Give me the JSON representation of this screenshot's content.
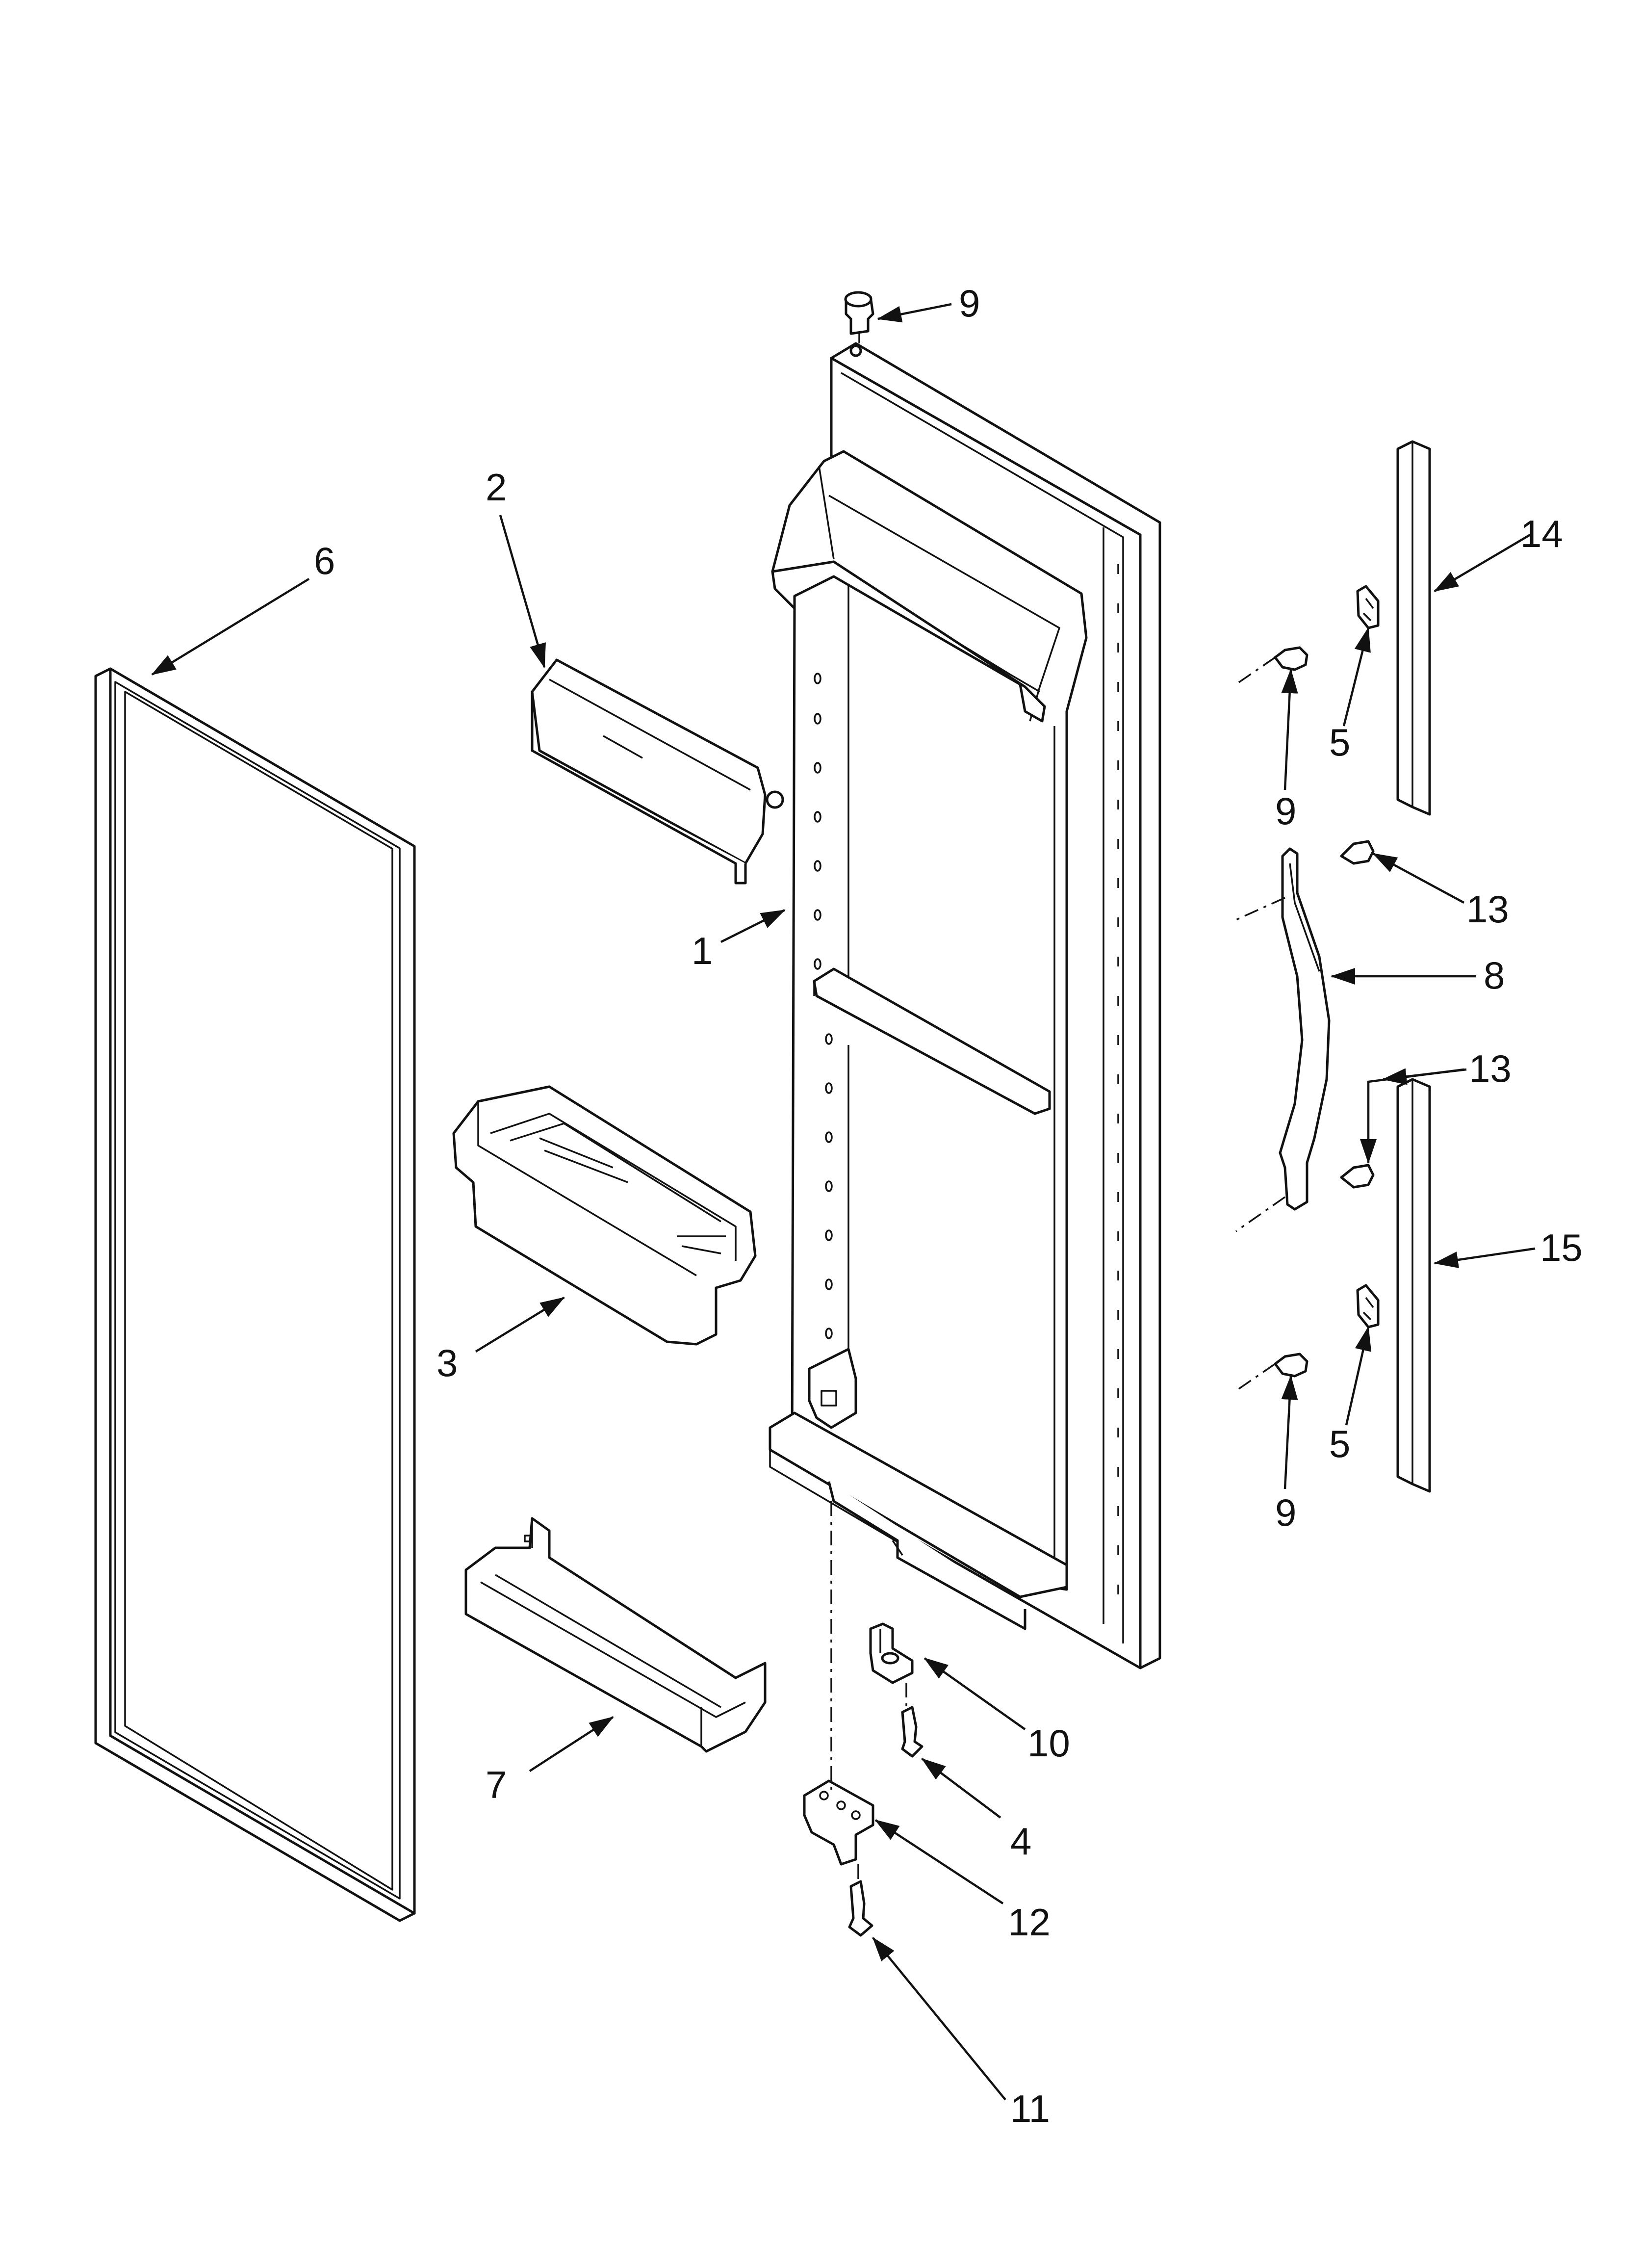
{
  "diagram": {
    "type": "exploded parts diagram",
    "callouts": [
      {
        "id": "c1",
        "number": "1",
        "part": "door"
      },
      {
        "id": "c2",
        "number": "2",
        "part": "dairy-door"
      },
      {
        "id": "c3",
        "number": "3",
        "part": "door-bin"
      },
      {
        "id": "c4",
        "number": "4",
        "part": "screw"
      },
      {
        "id": "c5a",
        "number": "5",
        "part": "handle-clip"
      },
      {
        "id": "c5b",
        "number": "5",
        "part": "handle-clip"
      },
      {
        "id": "c6",
        "number": "6",
        "part": "door-gasket"
      },
      {
        "id": "c7",
        "number": "7",
        "part": "door-shelf-rail"
      },
      {
        "id": "c8",
        "number": "8",
        "part": "door-handle"
      },
      {
        "id": "c9a",
        "number": "9",
        "part": "plug-button"
      },
      {
        "id": "c9b",
        "number": "9",
        "part": "screw"
      },
      {
        "id": "c9c",
        "number": "9",
        "part": "screw"
      },
      {
        "id": "c10",
        "number": "10",
        "part": "hinge-pin"
      },
      {
        "id": "c11",
        "number": "11",
        "part": "screw"
      },
      {
        "id": "c12",
        "number": "12",
        "part": "bottom-hinge"
      },
      {
        "id": "c13a",
        "number": "13",
        "part": "screw"
      },
      {
        "id": "c13b",
        "number": "13",
        "part": "screw"
      },
      {
        "id": "c14",
        "number": "14",
        "part": "handle-trim-top"
      },
      {
        "id": "c15",
        "number": "15",
        "part": "handle-trim-bottom"
      }
    ]
  }
}
